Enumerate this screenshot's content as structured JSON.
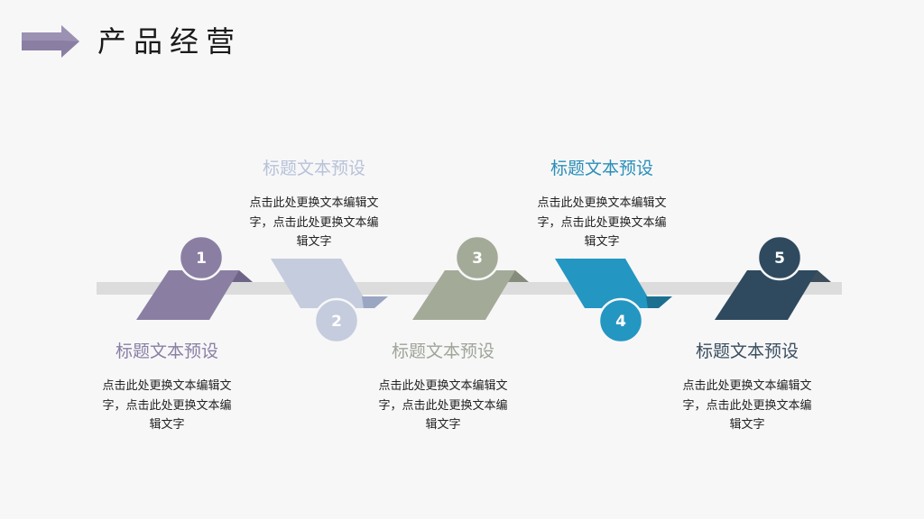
{
  "header": {
    "title": "产品经营"
  },
  "colors": {
    "bar": "#dcdcdc",
    "circle_border": "#f7f7f8"
  },
  "steps": [
    {
      "number": "1",
      "title": "标题文本预设",
      "desc_lines": [
        "点击此处更换文本编辑文",
        "字，点击此处更换文本编",
        "辑文字"
      ],
      "color": "#8a7fa3",
      "accent": "#6e6488",
      "title_color": "#8a7fa3"
    },
    {
      "number": "2",
      "title": "标题文本预设",
      "desc_lines": [
        "点击此处更换文本编辑文",
        "字，点击此处更换文本编",
        "辑文字"
      ],
      "color": "#c4ccdd",
      "accent": "#9aa6c2",
      "title_color": "#b8c2d8"
    },
    {
      "number": "3",
      "title": "标题文本预设",
      "desc_lines": [
        "点击此处更换文本编辑文",
        "字，点击此处更换文本编",
        "辑文字"
      ],
      "color": "#a3ab98",
      "accent": "#858c7c",
      "title_color": "#9ea597"
    },
    {
      "number": "4",
      "title": "标题文本预设",
      "desc_lines": [
        "点击此处更换文本编辑文",
        "字，点击此处更换文本编",
        "辑文字"
      ],
      "color": "#2496c2",
      "accent": "#1b7090",
      "title_color": "#2a8fb8"
    },
    {
      "number": "5",
      "title": "标题文本预设",
      "desc_lines": [
        "点击此处更换文本编辑文",
        "字，点击此处更换文本编",
        "辑文字"
      ],
      "color": "#2f4a5e",
      "accent": "#3c4e5c",
      "title_color": "#3a4e5e"
    }
  ]
}
